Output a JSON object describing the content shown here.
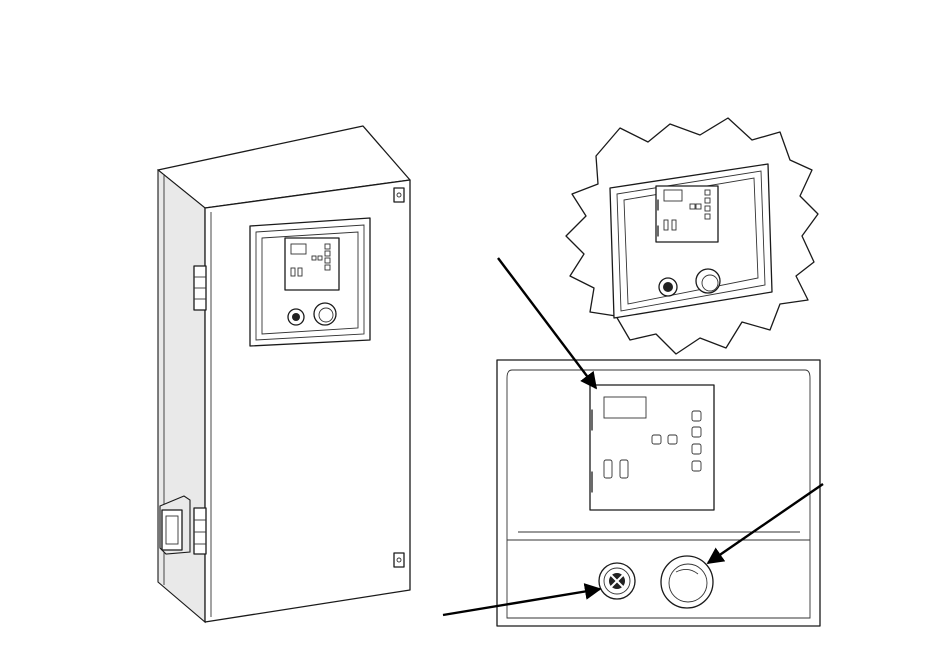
{
  "figure": {
    "colors": {
      "line": "#1a1a1a",
      "background": "#ffffff",
      "arrow": "#000000"
    },
    "components": [
      "enclosure",
      "control-panel-zoom",
      "front-panel-detail"
    ],
    "callouts": [
      {
        "target": "display-controller-module",
        "icon": "arrow"
      },
      {
        "target": "e-stop-button",
        "icon": "arrow"
      },
      {
        "target": "key-switch",
        "icon": "arrow"
      }
    ]
  }
}
